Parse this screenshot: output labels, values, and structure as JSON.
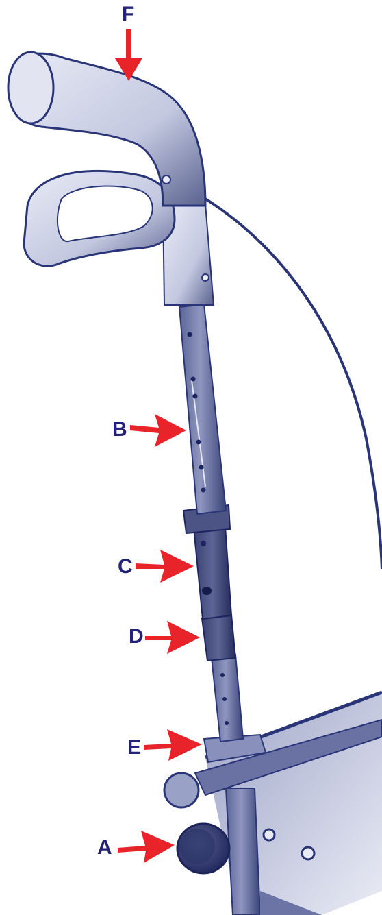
{
  "colors": {
    "label": "#232277",
    "arrow": "#e8232a",
    "ink": "#2a3578",
    "ink_dark": "#1c2560",
    "paper": "#ffffff"
  },
  "labels": {
    "F": "F",
    "B": "B",
    "C": "C",
    "D": "D",
    "E": "E",
    "A": "A"
  }
}
